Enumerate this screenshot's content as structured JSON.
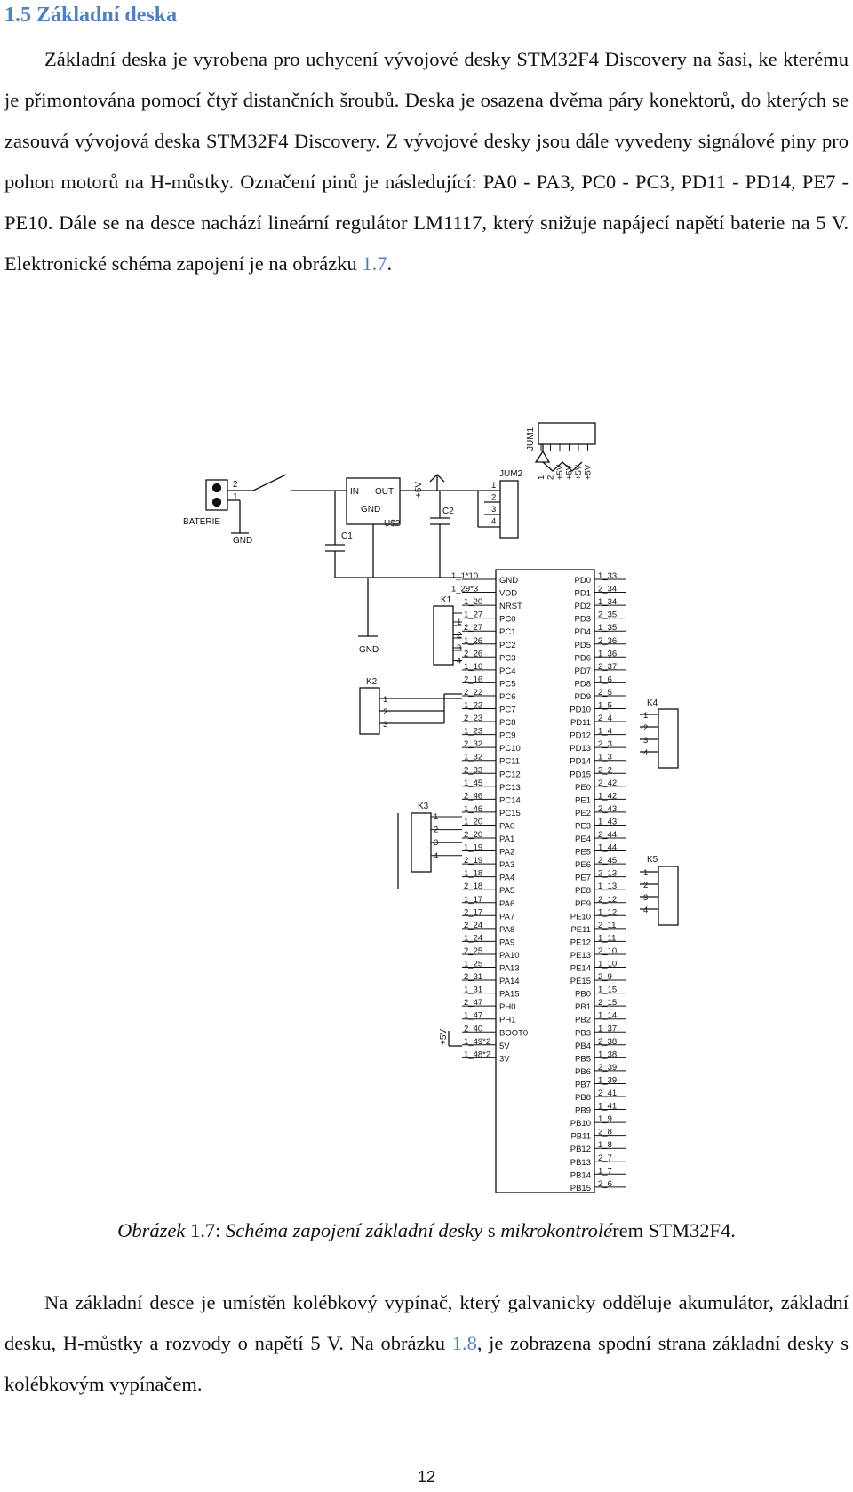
{
  "section": {
    "title": "1.5 Základní deska"
  },
  "paragraph1": {
    "segments": [
      "Základní deska je vyrobena pro uchycení vývojové desky STM32F4 Discovery na šasi, ke kterému je přimontována pomocí čtyř distančních šroubů. Deska je osazena dvěma páry konektorů, do kterých se zasouvá vývojová deska STM32F4 Discovery. Z vývojové desky jsou dále vyvedeny signálové piny pro pohon motorů na H-můstky. Označení pinů je následující: PA0 - PA3, PC0 - PC3, PD11 - PD14, PE7 - PE10. Dále se na desce nachází lineární regulátor LM1117, který snižuje napájecí napětí baterie na 5 V. Elektronické schéma zapojení je na obrázku ",
      "1.7",
      "."
    ]
  },
  "figure": {
    "caption_label": "Obrázek",
    "caption_number": " 1.7: ",
    "caption_part1": "Schéma zapojení základní desky",
    "caption_part2": " s ",
    "caption_part3": "mikrokontrolé",
    "caption_part4": "rem STM32F4.",
    "labels": {
      "jum1": "JUM1",
      "jum1_pins": [
        "1",
        "2",
        "+5V",
        "+5V",
        "+5V",
        "+5V"
      ],
      "jum2": "JUM2",
      "jum2_pins": [
        "1",
        "2",
        "3",
        "4"
      ],
      "baterie": "BATERIE",
      "bat_pins": [
        "2",
        "1"
      ],
      "gnd": "GND",
      "reg_in": "IN",
      "reg_out": "OUT",
      "reg_gnd": "GND",
      "reg_name": "U$2",
      "plus5v": "+5V",
      "c1": "C1",
      "c2": "C2",
      "k1": "K1",
      "k1_pins": [
        "1",
        "2",
        "3",
        "4"
      ],
      "k2": "K2",
      "k2_pins": [
        "1",
        "2",
        "3"
      ],
      "k3": "K3",
      "k3_pins": [
        "1",
        "2",
        "3",
        "4"
      ],
      "k4": "K4",
      "k4_pins": [
        "1",
        "2",
        "3",
        "4"
      ],
      "k5": "K5",
      "k5_pins": [
        "1",
        "2",
        "3",
        "4"
      ],
      "left_nets": [
        "1_1*10",
        "1_29*3",
        "1_20",
        "1_27",
        "2_27",
        "1_26",
        "2_26",
        "1_16",
        "2_16",
        "2_22",
        "1_22",
        "2_23",
        "1_23",
        "2_32",
        "1_32",
        "2_33",
        "1_45",
        "2_46",
        "1_46",
        "1_20",
        "2_20",
        "1_19",
        "2_19",
        "1_18",
        "2_18",
        "1_17",
        "2_17",
        "2_24",
        "1_24",
        "2_25",
        "1_25",
        "2_31",
        "1_31",
        "2_47",
        "1_47",
        "2_40",
        "1_49*2",
        "1_48*2"
      ],
      "left_pins": [
        "GND",
        "VDD",
        "NRST",
        "PC0",
        "PC1",
        "PC2",
        "PC3",
        "PC4",
        "PC5",
        "PC6",
        "PC7",
        "PC8",
        "PC9",
        "PC10",
        "PC11",
        "PC12",
        "PC13",
        "PC14",
        "PC15",
        "PA0",
        "PA1",
        "PA2",
        "PA3",
        "PA4",
        "PA5",
        "PA6",
        "PA7",
        "PA8",
        "PA9",
        "PA10",
        "PA13",
        "PA14",
        "PA15",
        "PH0",
        "PH1",
        "BOOT0",
        "5V",
        "3V"
      ],
      "right_pins": [
        "PD0",
        "PD1",
        "PD2",
        "PD3",
        "PD4",
        "PD5",
        "PD6",
        "PD7",
        "PD8",
        "PD9",
        "PD10",
        "PD11",
        "PD12",
        "PD13",
        "PD14",
        "PD15",
        "PE0",
        "PE1",
        "PE2",
        "PE3",
        "PE4",
        "PE5",
        "PE6",
        "PE7",
        "PE8",
        "PE9",
        "PE10",
        "PE11",
        "PE12",
        "PE13",
        "PE14",
        "PE15",
        "PB0",
        "PB1",
        "PB2",
        "PB3",
        "PB4",
        "PB5",
        "PB6",
        "PB7",
        "PB8",
        "PB9",
        "PB10",
        "PB11",
        "PB12",
        "PB13",
        "PB14",
        "PB15"
      ],
      "right_nets": [
        "1_33",
        "2_34",
        "1_34",
        "2_35",
        "1_35",
        "2_36",
        "1_36",
        "2_37",
        "1_6",
        "2_5",
        "1_5",
        "2_4",
        "1_4",
        "2_3",
        "1_3",
        "2_2",
        "2_42",
        "1_42",
        "2_43",
        "1_43",
        "2_44",
        "1_44",
        "2_45",
        "2_13",
        "1_13",
        "2_12",
        "1_12",
        "2_11",
        "1_11",
        "2_10",
        "1_10",
        "2_9",
        "1_15",
        "2_15",
        "1_14",
        "1_37",
        "2_38",
        "1_38",
        "2_39",
        "1_39",
        "2_41",
        "1_41",
        "1_9",
        "2_8",
        "1_8",
        "2_7",
        "1_7",
        "2_6"
      ]
    }
  },
  "paragraph2": {
    "segments": [
      "Na základní desce je umístěn kolébkový vypínač, který galvanicky odděluje akumulátor, základní desku, H-můstky a rozvody o napětí 5 V. Na obrázku ",
      "1.8",
      ", je zobrazena spodní strana základní desky s kolébkovým vypínačem."
    ]
  },
  "footer": {
    "page_number": "12"
  }
}
